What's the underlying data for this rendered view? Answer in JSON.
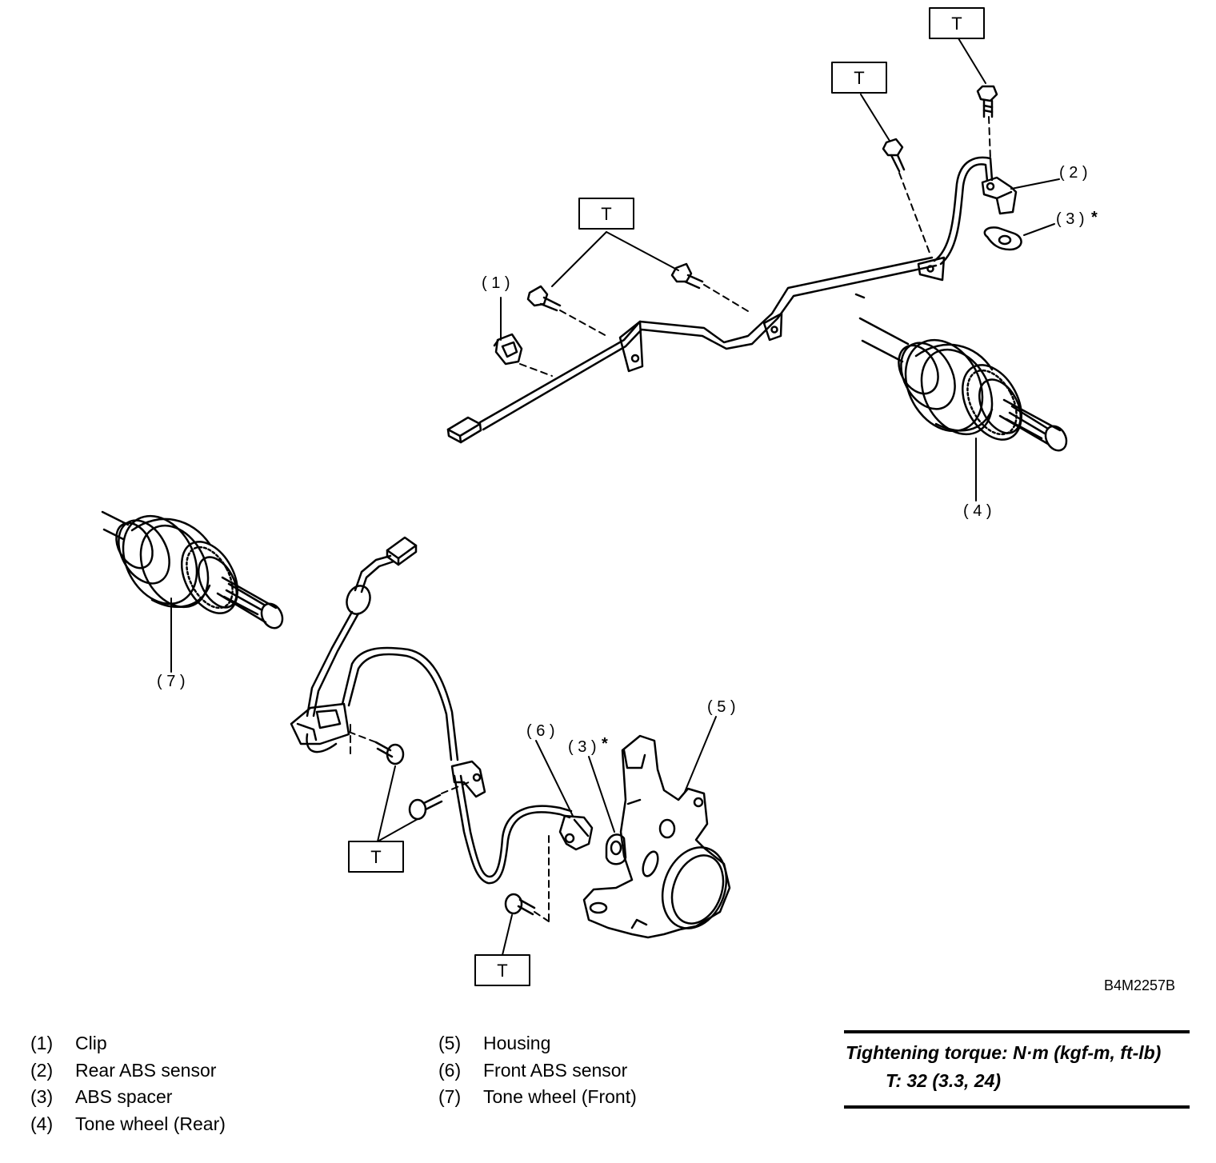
{
  "callouts": {
    "c1": "( 1 )",
    "c2": "( 2 )",
    "c3a": "( 3 )",
    "c3b": "( 3 )",
    "c4": "( 4 )",
    "c5": "( 5 )",
    "c6": "( 6 )",
    "c7": "( 7 )",
    "star": "*"
  },
  "torque_marker": "T",
  "figure_code": "B4M2257B",
  "legend": {
    "left": [
      {
        "num": "(1)",
        "label": "Clip"
      },
      {
        "num": "(2)",
        "label": "Rear ABS sensor"
      },
      {
        "num": "(3)",
        "label": "ABS spacer"
      },
      {
        "num": "(4)",
        "label": "Tone wheel (Rear)"
      }
    ],
    "right": [
      {
        "num": "(5)",
        "label": "Housing"
      },
      {
        "num": "(6)",
        "label": "Front ABS sensor"
      },
      {
        "num": "(7)",
        "label": "Tone wheel (Front)"
      }
    ]
  },
  "torque_spec": {
    "title": "Tightening torque: N·m (kgf-m, ft-lb)",
    "value": "T: 32 (3.3, 24)"
  }
}
